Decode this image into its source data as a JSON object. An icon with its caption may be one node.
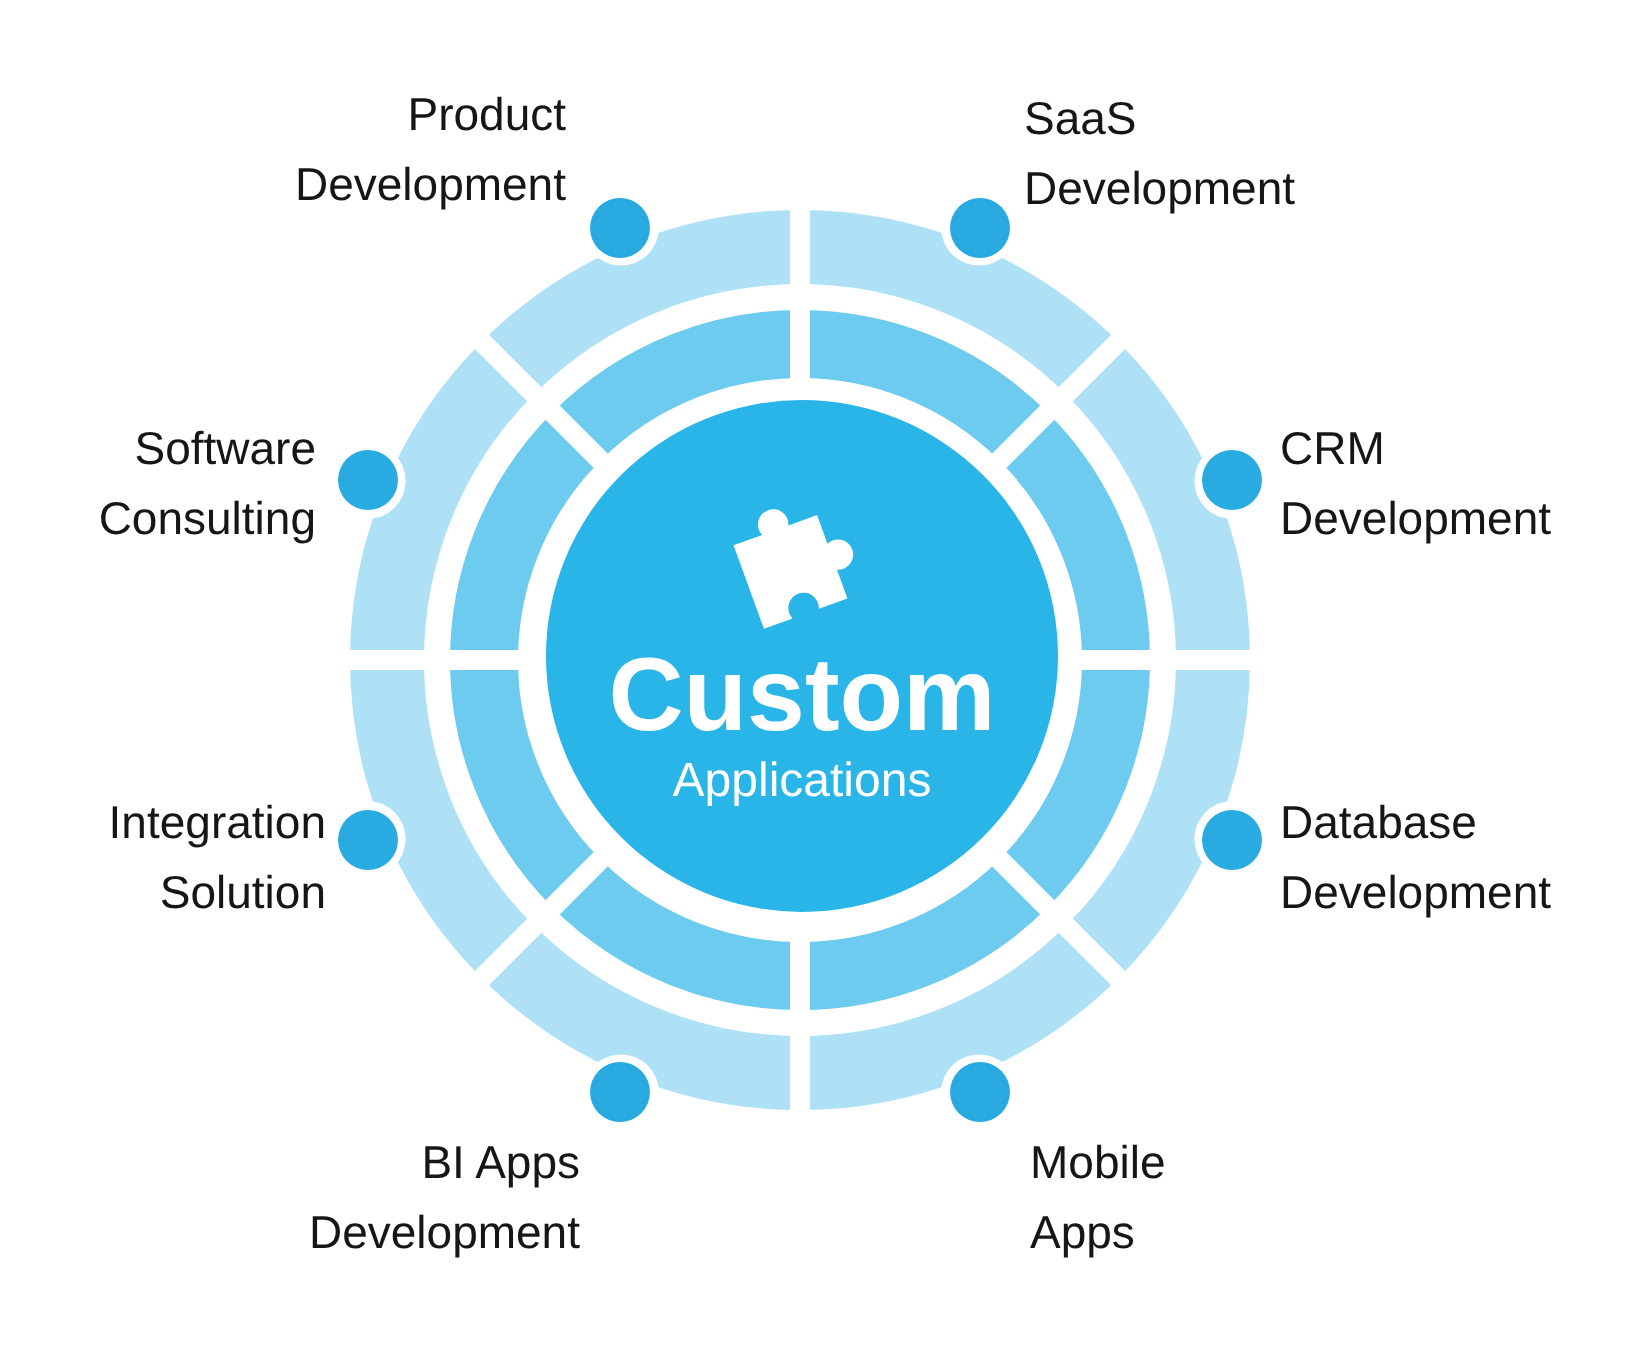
{
  "diagram": {
    "nodes": [
      {
        "text": [
          "Custom",
          "Applications"
        ]
      }
    ],
    "labels": [
      "Product Development",
      "SaaS Development",
      "Software Consulting",
      "CRM Development",
      "Integration Solution",
      "Database Development",
      "BI Apps Development",
      "Mobile Apps"
    ]
  }
}
